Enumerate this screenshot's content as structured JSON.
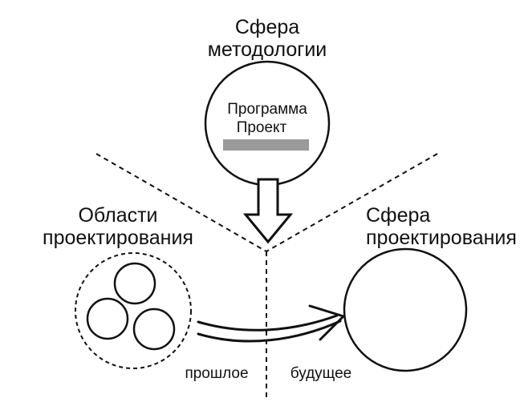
{
  "methodology": {
    "title_line1": "Сфера",
    "title_line2": "методологии",
    "program_label": "Программа",
    "project_label": "Проект"
  },
  "design_areas": {
    "title_line1": "Области",
    "title_line2": "проектирования"
  },
  "design_sphere": {
    "title_line1": "Сфера",
    "title_line2": "проектирования"
  },
  "timeline": {
    "past_label": "прошлое",
    "future_label": "будущее"
  },
  "colors": {
    "stroke": "#111111",
    "bar": "#9a9a9a",
    "background": "#ffffff"
  }
}
